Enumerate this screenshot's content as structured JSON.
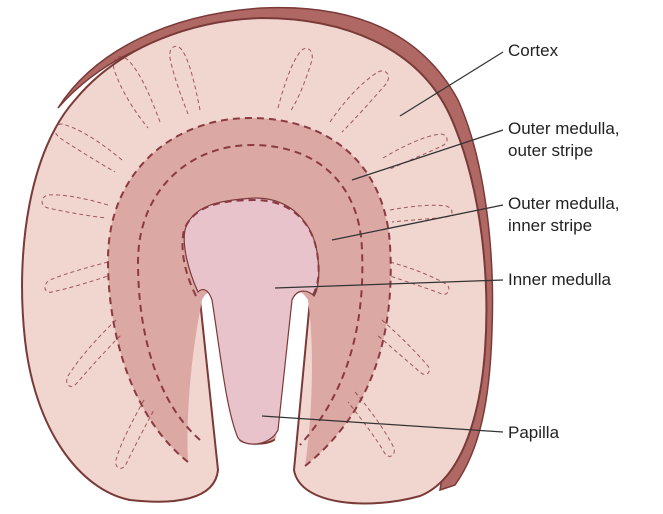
{
  "colors": {
    "cortex_fill": "#f1d6cf",
    "capsule_fill": "#b06864",
    "outline": "#7a3a38",
    "outer_medulla_fill": "#dba8a4",
    "inner_medulla_fill": "#e9c3cc",
    "dashed_stroke": "#8a3a40",
    "leader_line": "#333333"
  },
  "labels": {
    "cortex": "Cortex",
    "outer_stripe_line1": "Outer medulla,",
    "outer_stripe_line2": "outer stripe",
    "inner_stripe_line1": "Outer medulla,",
    "inner_stripe_line2": "inner stripe",
    "inner_medulla": "Inner medulla",
    "papilla": "Papilla"
  }
}
